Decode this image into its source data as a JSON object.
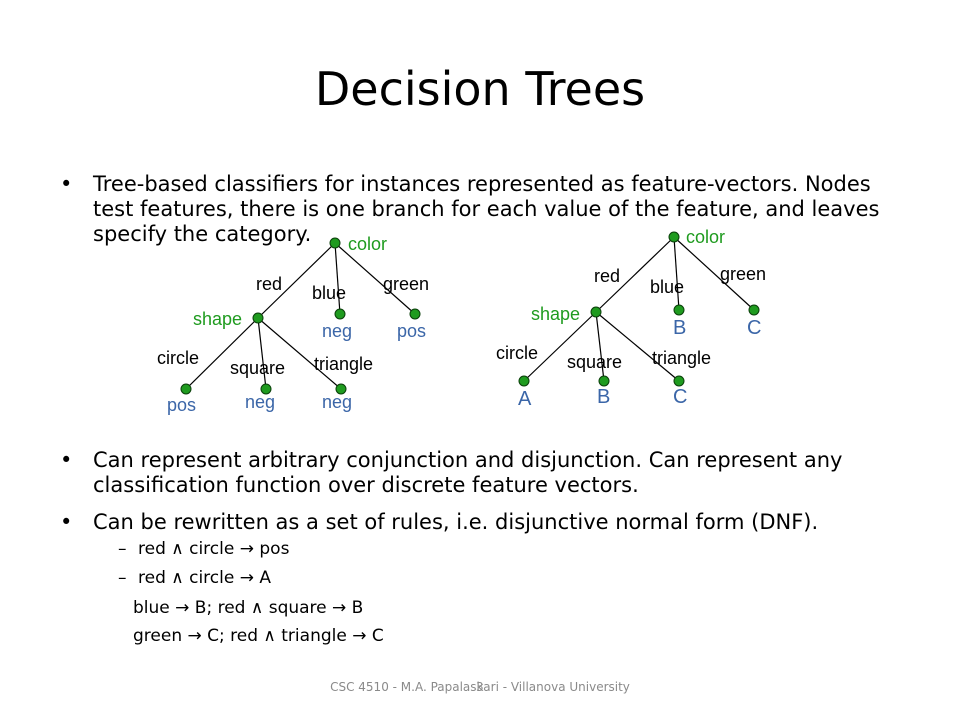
{
  "title": "Decision Trees",
  "bullets": {
    "b1": "Tree-based classifiers for instances represented as feature-vectors.  Nodes test features, there is one branch for each value of the feature, and leaves specify the category.",
    "b2": "Can represent arbitrary conjunction and disjunction. Can represent any classification function over discrete feature vectors.",
    "b3": "Can be rewritten as a set of rules, i.e. disjunctive normal form (DNF)."
  },
  "bullet_glyph": "•",
  "dash_glyph": "–",
  "rules": {
    "r1": "red ∧ circle → pos",
    "r2": "red ∧ circle → A",
    "r3": "blue → B;  red ∧ square → B",
    "r4": "green → C;   red ∧ triangle → C"
  },
  "footer": "CSC 4510 - M.A. Papalaskari - Villanova University",
  "page_number": "3",
  "tree_left": {
    "root": "color",
    "branches": [
      "red",
      "blue",
      "green"
    ],
    "subnode": "shape",
    "sub_branches": [
      "circle",
      "square",
      "triangle"
    ],
    "leaves_top": [
      "neg",
      "pos"
    ],
    "leaves_bottom": [
      "pos",
      "neg",
      "neg"
    ]
  },
  "tree_right": {
    "root": "color",
    "branches": [
      "red",
      "blue",
      "green"
    ],
    "subnode": "shape",
    "sub_branches": [
      "circle",
      "square",
      "triangle"
    ],
    "leaves_top": [
      "B",
      "C"
    ],
    "leaves_bottom": [
      "A",
      "B",
      "C"
    ]
  }
}
